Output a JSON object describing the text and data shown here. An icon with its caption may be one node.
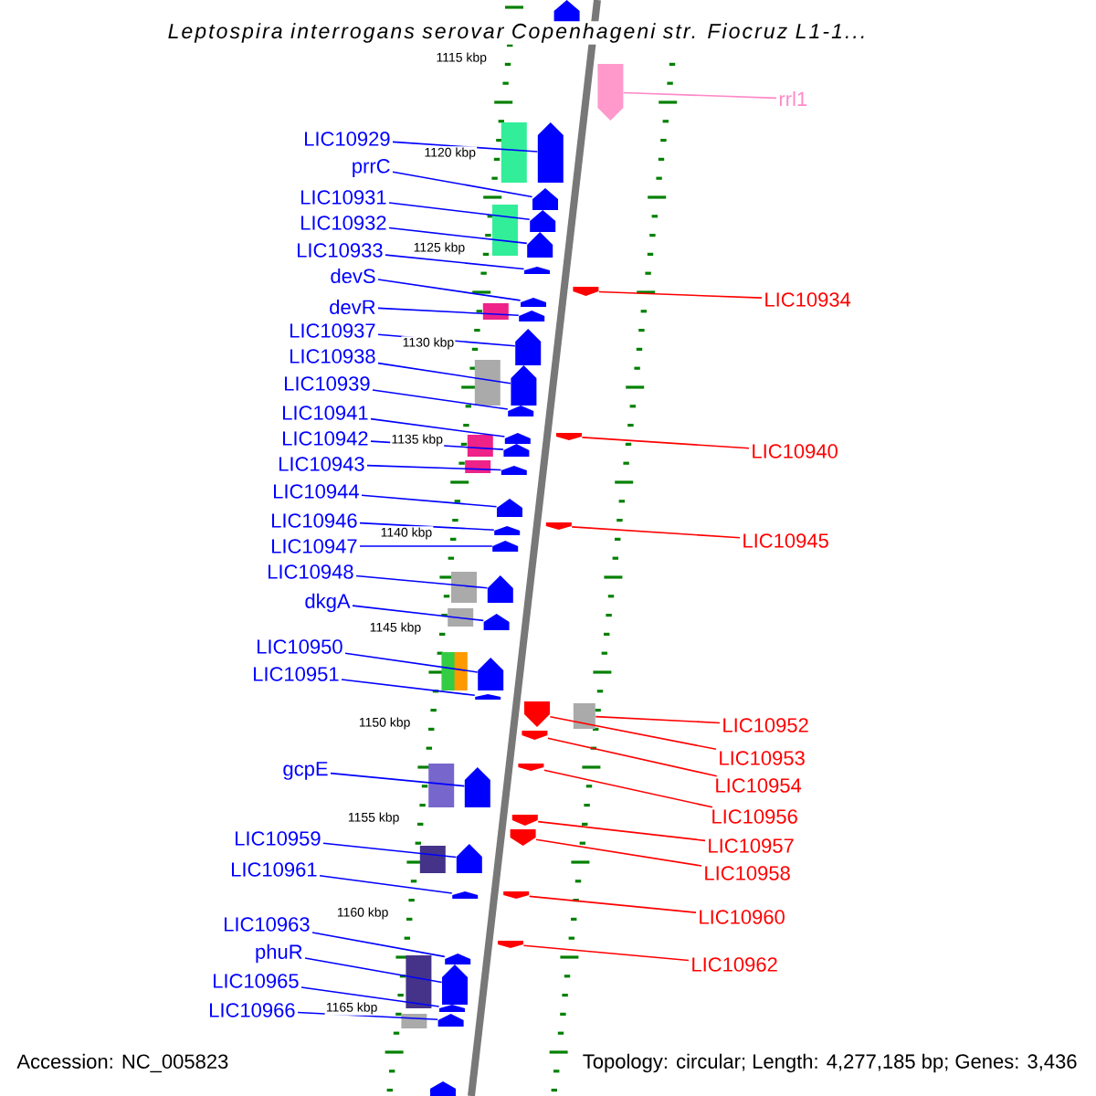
{
  "diagram": {
    "title": "Leptospira interrogans serovar Copenhageni str. Fiocruz L1-1...",
    "nodes": [
      {
        "text": [
          "rrl1"
        ]
      },
      {
        "text": [
          "LIC10929"
        ]
      },
      {
        "text": [
          "prrC"
        ]
      },
      {
        "text": [
          "LIC10931"
        ]
      },
      {
        "text": [
          "LIC10932"
        ]
      },
      {
        "text": [
          "LIC10933"
        ]
      },
      {
        "text": [
          "devS"
        ]
      },
      {
        "text": [
          "LIC10934"
        ]
      },
      {
        "text": [
          "devR"
        ]
      },
      {
        "text": [
          "LIC10937"
        ]
      },
      {
        "text": [
          "LIC10938"
        ]
      },
      {
        "text": [
          "LIC10939"
        ]
      },
      {
        "text": [
          "LIC10941"
        ]
      },
      {
        "text": [
          "LIC10942"
        ]
      },
      {
        "text": [
          "LIC10940"
        ]
      },
      {
        "text": [
          "LIC10943"
        ]
      },
      {
        "text": [
          "LIC10944"
        ]
      },
      {
        "text": [
          "LIC10946"
        ]
      },
      {
        "text": [
          "LIC10945"
        ]
      },
      {
        "text": [
          "LIC10947"
        ]
      },
      {
        "text": [
          "LIC10948"
        ]
      },
      {
        "text": [
          "dkgA"
        ]
      },
      {
        "text": [
          "LIC10950"
        ]
      },
      {
        "text": [
          "LIC10951"
        ]
      },
      {
        "text": [
          "LIC10952"
        ]
      },
      {
        "text": [
          "LIC10953"
        ]
      },
      {
        "text": [
          "gcpE"
        ]
      },
      {
        "text": [
          "LIC10954"
        ]
      },
      {
        "text": [
          "LIC10956"
        ]
      },
      {
        "text": [
          "LIC10959"
        ]
      },
      {
        "text": [
          "LIC10957"
        ]
      },
      {
        "text": [
          "LIC10961"
        ]
      },
      {
        "text": [
          "LIC10958"
        ]
      },
      {
        "text": [
          "LIC10960"
        ]
      },
      {
        "text": [
          "LIC10963"
        ]
      },
      {
        "text": [
          "phuR"
        ]
      },
      {
        "text": [
          "LIC10962"
        ]
      },
      {
        "text": [
          "LIC10965"
        ]
      },
      {
        "text": [
          "LIC10966"
        ]
      },
      {
        "text": [],
        "shape": "pentagon"
      },
      {
        "text": [],
        "shape": "pentagon"
      },
      {
        "text": [],
        "shape": "pentagon"
      },
      {
        "text": [],
        "shape": "pentagon"
      },
      {
        "text": [],
        "shape": "pentagon"
      },
      {
        "text": [],
        "shape": "pentagon"
      },
      {
        "text": [],
        "shape": "pentagon"
      },
      {
        "text": [],
        "shape": "pentagon"
      },
      {
        "text": [],
        "shape": "pentagon"
      },
      {
        "text": [],
        "shape": "pentagon"
      },
      {
        "text": [],
        "shape": "pentagon"
      },
      {
        "text": [],
        "shape": "pentagon"
      },
      {
        "text": [],
        "shape": "pentagon"
      },
      {
        "text": [],
        "shape": "pentagon"
      },
      {
        "text": [],
        "shape": "pentagon"
      },
      {
        "text": [],
        "shape": "pentagon"
      },
      {
        "text": [],
        "shape": "pentagon"
      },
      {
        "text": [],
        "shape": "pentagon"
      },
      {
        "text": [],
        "shape": "pentagon"
      },
      {
        "text": [],
        "shape": "pentagon"
      },
      {
        "text": [],
        "shape": "pentagon"
      },
      {
        "text": [],
        "shape": "pentagon"
      },
      {
        "text": [],
        "shape": "pentagon"
      },
      {
        "text": [],
        "shape": "pentagon"
      },
      {
        "text": [],
        "shape": "pentagon"
      },
      {
        "text": [],
        "shape": "box"
      },
      {
        "text": [],
        "shape": "pentagon"
      },
      {
        "text": [],
        "shape": "pentagon"
      },
      {
        "text": [],
        "shape": "pentagon"
      },
      {
        "text": [],
        "shape": "pentagon"
      },
      {
        "text": [],
        "shape": "pentagon"
      },
      {
        "text": [],
        "shape": "pentagon"
      },
      {
        "text": [],
        "shape": "pentagon"
      },
      {
        "text": [],
        "shape": "pentagon"
      },
      {
        "text": [],
        "shape": "pentagon"
      },
      {
        "text": [],
        "shape": "pentagon"
      },
      {
        "text": [],
        "shape": "pentagon"
      },
      {
        "text": [],
        "shape": "pentagon"
      },
      {
        "text": [],
        "shape": "pentagon"
      },
      {
        "text": [],
        "shape": "pentagon"
      },
      {
        "text": [],
        "shape": "pentagon"
      }
    ],
    "edges": [
      {
        "from": 0,
        "to": 39,
        "arrow": "none",
        "color": "#ff88c8"
      },
      {
        "from": 1,
        "to": 40,
        "arrow": "none"
      },
      {
        "from": 2,
        "to": 41,
        "arrow": "none"
      },
      {
        "from": 3,
        "to": 42,
        "arrow": "none"
      },
      {
        "from": 4,
        "to": 43,
        "arrow": "none"
      },
      {
        "from": 5,
        "to": 44,
        "arrow": "none"
      },
      {
        "from": 6,
        "to": 46,
        "arrow": "none"
      },
      {
        "from": 7,
        "to": 45,
        "arrow": "none",
        "color": "#ff0000"
      },
      {
        "from": 8,
        "to": 47,
        "arrow": "none"
      },
      {
        "from": 9,
        "to": 48,
        "arrow": "none"
      },
      {
        "from": 10,
        "to": 49,
        "arrow": "none"
      },
      {
        "from": 11,
        "to": 50,
        "arrow": "none"
      },
      {
        "from": 12,
        "to": 52,
        "arrow": "none"
      },
      {
        "from": 13,
        "to": 53,
        "arrow": "none"
      },
      {
        "from": 14,
        "to": 51,
        "arrow": "none",
        "color": "#ff0000"
      },
      {
        "from": 15,
        "to": 54,
        "arrow": "none"
      },
      {
        "from": 16,
        "to": 55,
        "arrow": "none"
      },
      {
        "from": 17,
        "to": 57,
        "arrow": "none"
      },
      {
        "from": 18,
        "to": 56,
        "arrow": "none",
        "color": "#ff0000"
      },
      {
        "from": 19,
        "to": 58,
        "arrow": "none"
      },
      {
        "from": 20,
        "to": 59,
        "arrow": "none"
      },
      {
        "from": 21,
        "to": 60,
        "arrow": "none"
      },
      {
        "from": 22,
        "to": 61,
        "arrow": "none"
      },
      {
        "from": 23,
        "to": 62,
        "arrow": "none"
      },
      {
        "from": 24,
        "to": 64,
        "arrow": "none",
        "color": "#ff0000"
      },
      {
        "from": 25,
        "to": 63,
        "arrow": "none",
        "color": "#ff0000"
      },
      {
        "from": 26,
        "to": 67,
        "arrow": "none"
      },
      {
        "from": 27,
        "to": 65,
        "arrow": "none",
        "color": "#ff0000"
      },
      {
        "from": 28,
        "to": 66,
        "arrow": "none",
        "color": "#ff0000"
      },
      {
        "from": 29,
        "to": 70,
        "arrow": "none"
      },
      {
        "from": 30,
        "to": 68,
        "arrow": "none",
        "color": "#ff0000"
      },
      {
        "from": 31,
        "to": 71,
        "arrow": "none"
      },
      {
        "from": 32,
        "to": 69,
        "arrow": "none",
        "color": "#ff0000"
      },
      {
        "from": 33,
        "to": 72,
        "arrow": "none",
        "color": "#ff0000"
      },
      {
        "from": 34,
        "to": 74,
        "arrow": "none"
      },
      {
        "from": 35,
        "to": 75,
        "arrow": "none"
      },
      {
        "from": 36,
        "to": 73,
        "arrow": "none",
        "color": "#ff0000"
      },
      {
        "from": 37,
        "to": 76,
        "arrow": "none"
      },
      {
        "from": 38,
        "to": 77,
        "arrow": "none"
      }
    ],
    "labels": [
      "1115 kbp",
      "1120 kbp",
      "1125 kbp",
      "1130 kbp",
      "1135 kbp",
      "1140 kbp",
      "1145 kbp",
      "1150 kbp",
      "1155 kbp",
      "1160 kbp",
      "1165 kbp",
      "Accession: NC_005823",
      "Topology: circular; Length: 4,277,185 bp; Genes: 3,436"
    ]
  }
}
